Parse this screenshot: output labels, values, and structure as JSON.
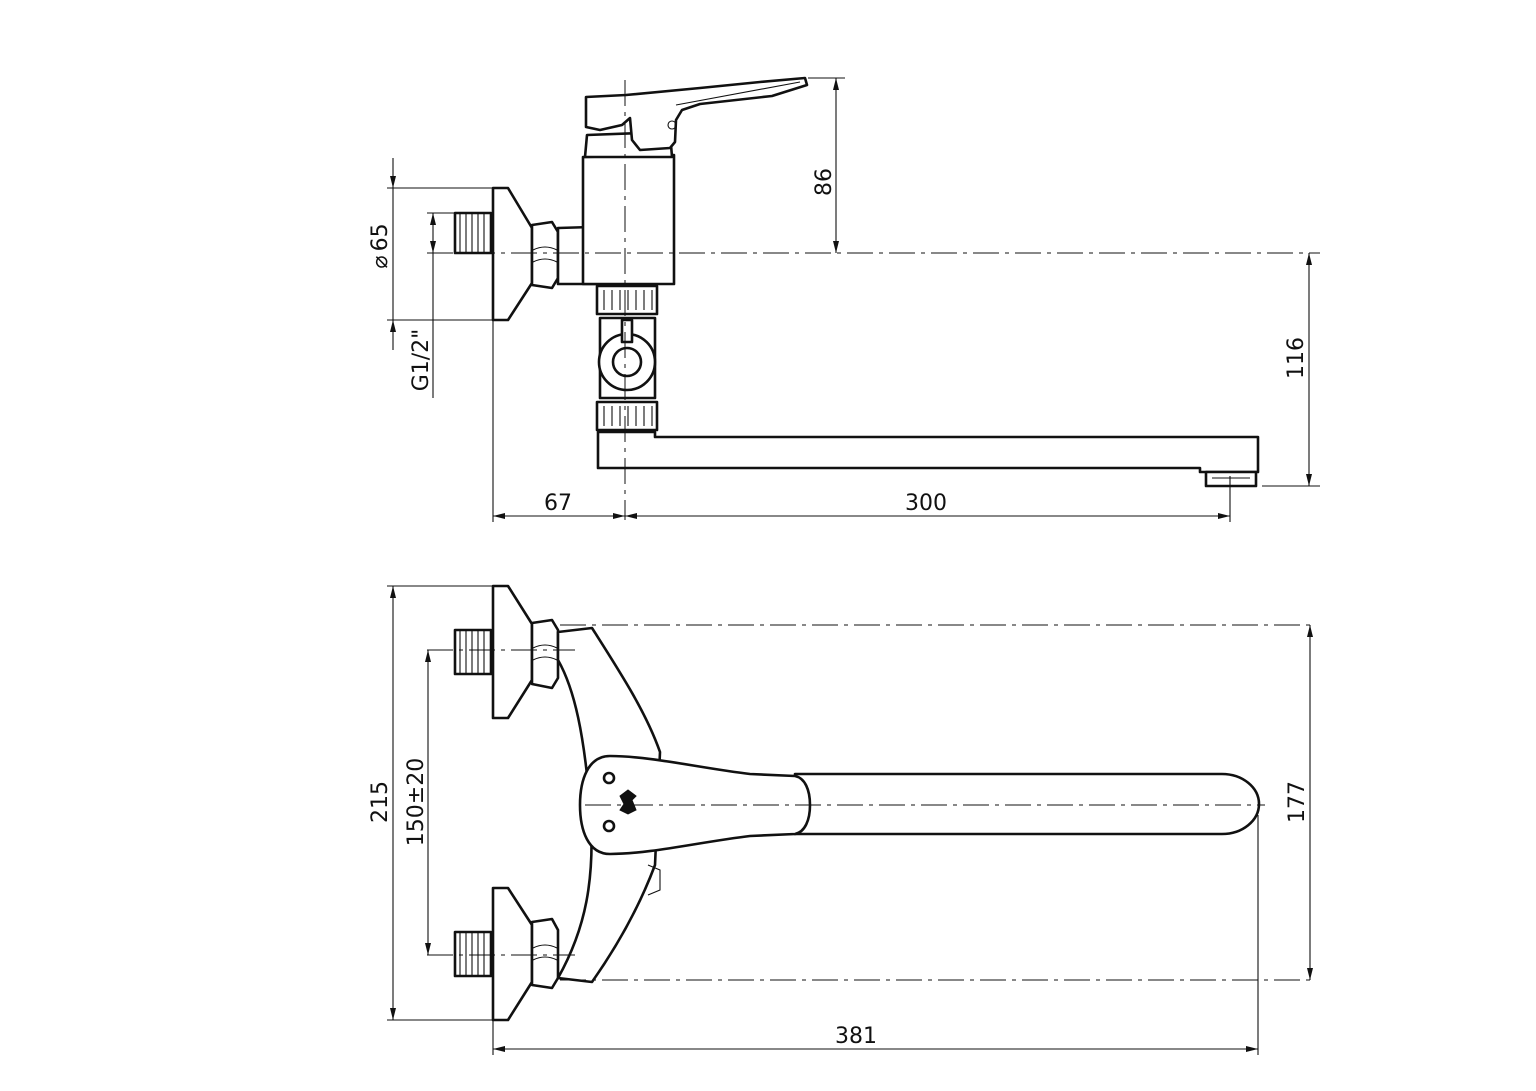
{
  "dimensions": {
    "side_view": {
      "lever_height": "86",
      "flange_diameter": "65",
      "thread": "G1/2\"",
      "spout_height": "116",
      "wall_offset": "67",
      "spout_reach": "300"
    },
    "top_view": {
      "total_height": "215",
      "inlet_spacing": "150±20",
      "body_width": "177",
      "total_length": "381"
    }
  },
  "symbols": {
    "diameter_symbol": "⌀"
  },
  "colors": {
    "line": "#111111",
    "background": "#ffffff"
  }
}
